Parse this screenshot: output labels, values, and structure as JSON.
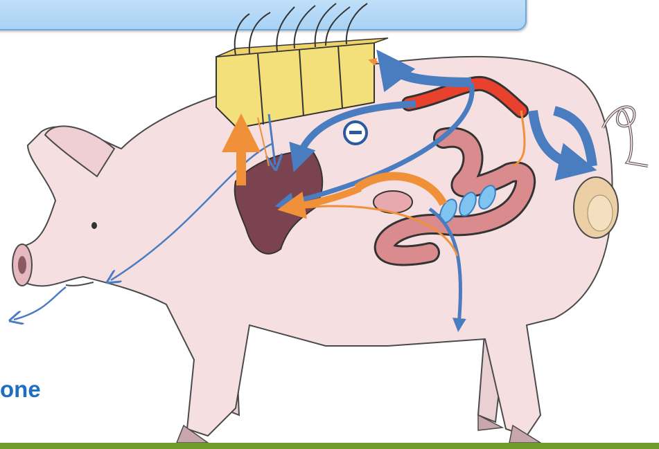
{
  "labels": {
    "partial_word": "one",
    "inhibition_symbol": "⊖"
  },
  "colors": {
    "pig_skin": "#f6dfe1",
    "pig_outline": "#4a4a4a",
    "liver": "#7b4250",
    "fat_tissue": "#f3e07a",
    "blue_arrow": "#4a7cc0",
    "orange_arrow": "#f0913a",
    "vessel_red": "#e8422f",
    "intestine": "#d98b8e",
    "banner_fill": "#b7dcf8",
    "footer_green": "#6f9a2c"
  },
  "icons": [
    "pig",
    "skin-fat-block",
    "liver",
    "blood-vessel",
    "intestine",
    "testis",
    "inhibition-symbol"
  ]
}
